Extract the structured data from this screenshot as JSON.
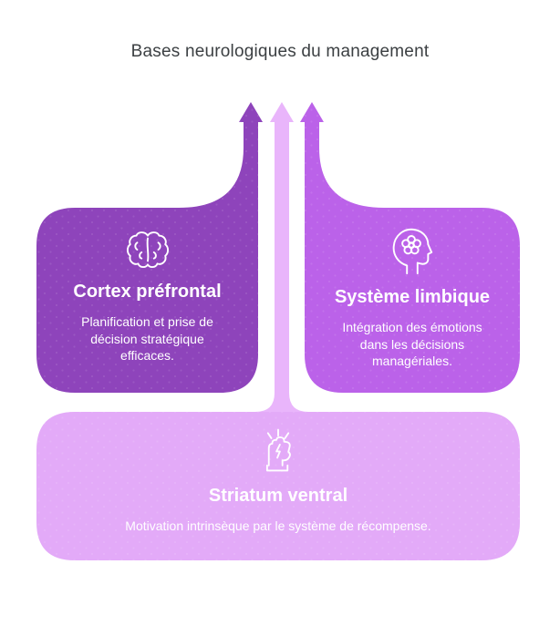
{
  "title": "Bases neurologiques du management",
  "colors": {
    "prefrontal": "#8e44bb",
    "limbic": "#bb62e9",
    "striatum": "#e3aaf8",
    "striatum_arrow": "#e9b5fb",
    "heading_text": "#3c4043",
    "card_text": "#ffffff"
  },
  "cards": [
    {
      "icon": "brain-icon",
      "title": "Cortex préfrontal",
      "description": "Planification et prise de décision stratégique efficaces.",
      "description_lines": [
        "Planification et prise de",
        "décision stratégique",
        "efficaces."
      ]
    },
    {
      "icon": "head-flower-icon",
      "title": "Système limbique",
      "description": "Intégration des émotions dans les décisions managériales.",
      "description_lines": [
        "Intégration des émotions",
        "dans les décisions",
        "managériales."
      ]
    },
    {
      "icon": "fist-icon",
      "title": "Striatum ventral",
      "description": "Motivation intrinsèque par le système de récompense.",
      "description_lines": [
        "Motivation intrinsèque par le système de récompense."
      ]
    }
  ]
}
